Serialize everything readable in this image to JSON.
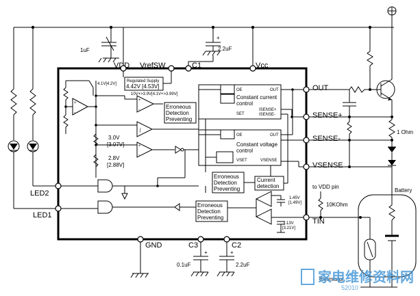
{
  "pins": {
    "vdd": "VDD",
    "vrefsw": "VrefSW",
    "c1": "C1",
    "vcc": "Vcc",
    "out": "OUT",
    "sense_plus": "SENSE+",
    "sense_minus": "SENSE-",
    "vsense": "VSENSE",
    "tin": "TIN",
    "led2": "LED2",
    "led1": "LED1",
    "gnd": "GND",
    "c3": "C3",
    "c2": "C2"
  },
  "components": {
    "cap_1uf": "1uF",
    "cap_2_2uf_top": "2.2uF",
    "cap_0_1uf": "0.1uF",
    "cap_2_2uf_bottom": "2.2uF",
    "res_1ohm": "1 Ohm",
    "res_10kohm": "10KOhm",
    "to_vdd_pin": "to VDD pin",
    "battery": "Battery",
    "thermistor": "thermistor"
  },
  "internal": {
    "regulated_supply_title": "Regulated Supply",
    "regulated_supply_value": "4.42V [4.53V]",
    "v41": "4.1V[4.2V]",
    "window": "10V+>3.9V[4.1V+>3.99V]",
    "v3_0": "3.0V",
    "v3_0b": "[3.07V]",
    "v2_8": "2.8V",
    "v2_8b": "[2.88V]",
    "err1": [
      "Erroneous",
      "Detection",
      "Preventing"
    ],
    "err2": [
      "Erroneous",
      "Detection",
      "Preventing"
    ],
    "err3": [
      "Erroneous",
      "Detection",
      "Preventing"
    ],
    "cc_title": [
      "Constant current",
      "control"
    ],
    "cv_title": [
      "Constant voltage",
      "control"
    ],
    "oe": "OE",
    "out": "OUT",
    "set": "SET",
    "isense": [
      "ISENSE+",
      "ISENSE-"
    ],
    "vset": "VSET",
    "vsense_lbl": "VSENSE",
    "current_detection": [
      "Current",
      "detection"
    ],
    "v1_45": "1.45V",
    "v1_45b": "[1.49V]",
    "v3_13": "3.13V",
    "v3_13b": "[3.21V]"
  },
  "watermark": {
    "title": "家电维修资料网",
    "url": "52010"
  }
}
